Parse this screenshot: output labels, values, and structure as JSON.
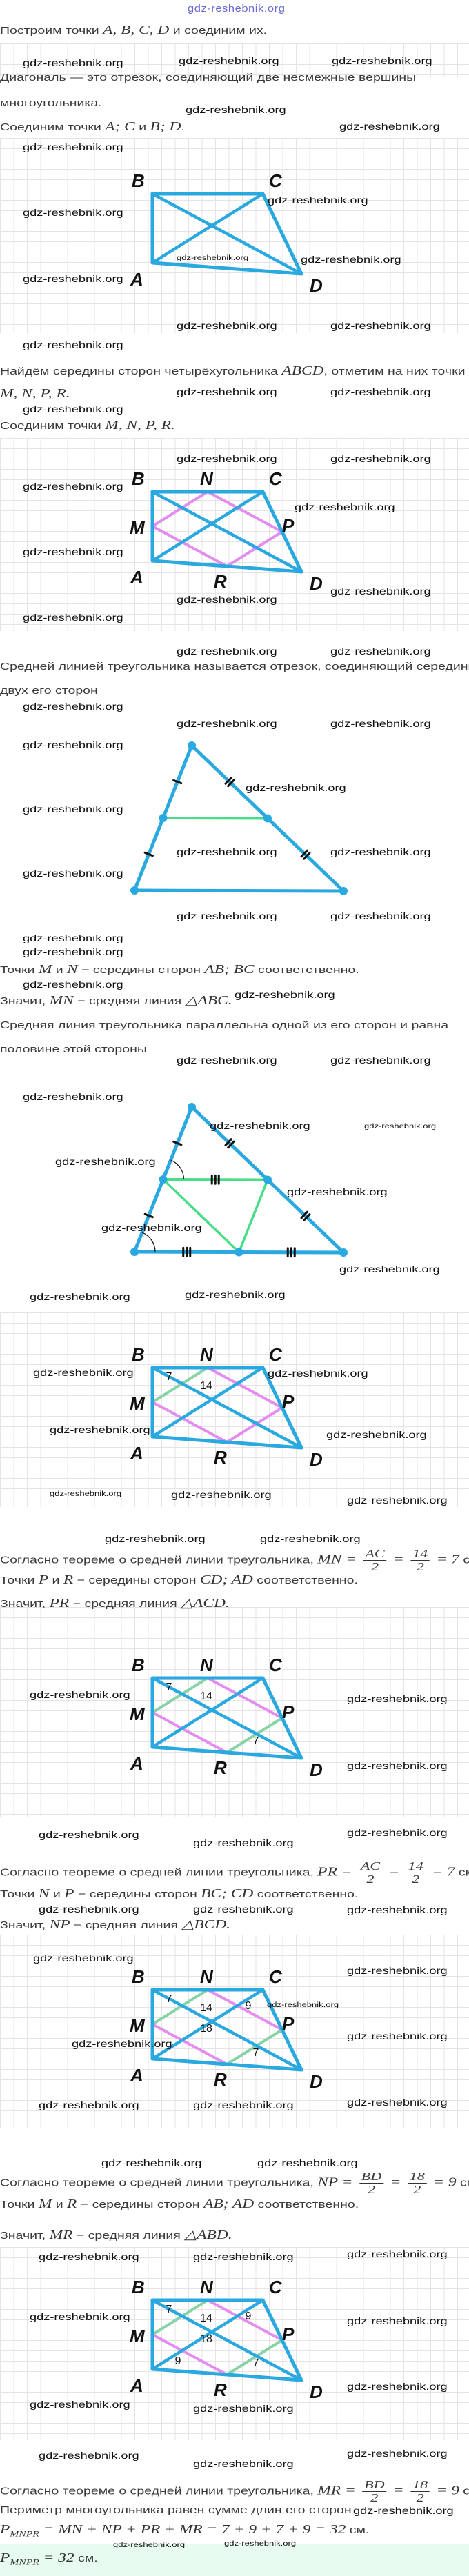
{
  "header_watermark": "gdz-reshebnik.org",
  "watermark": "gdz-reshebnik.org",
  "colors": {
    "blue": "#2aa8e0",
    "pink": "#e48cf0",
    "green": "#88d3a6",
    "green_bright": "#47dd89",
    "tick": "#111111"
  },
  "lines": [
    {
      "parts": [
        {
          "t": "Построим точки "
        },
        {
          "m": "A,  B,  C,  D"
        },
        {
          "t": " и соединим их."
        }
      ]
    },
    {
      "parts": [
        {
          "t": "Диагональ — это отрезок, соединяющий две несмежные вершины"
        }
      ]
    },
    {
      "parts": [
        {
          "t": "многоугольника."
        }
      ]
    },
    {
      "parts": [
        {
          "t": "Соединим точки "
        },
        {
          "m": "A;  C"
        },
        {
          "t": " и "
        },
        {
          "m": "B;  D"
        },
        {
          "t": "."
        }
      ]
    },
    {
      "parts": [
        {
          "t": "Найдём середины сторон четырёхугольника "
        },
        {
          "m": "ABCD"
        },
        {
          "t": ", отметим на них точки"
        }
      ]
    },
    {
      "parts": [
        {
          "m": "M,  N,  P,  R."
        }
      ]
    },
    {
      "parts": [
        {
          "t": "Соединим точки "
        },
        {
          "m": "M,  N,  P,  R."
        }
      ]
    },
    {
      "parts": [
        {
          "t": "Средней линией треугольника называется отрезок, соединяющий середины"
        }
      ]
    },
    {
      "parts": [
        {
          "t": "двух его сторон"
        }
      ]
    },
    {
      "parts": [
        {
          "t": "Точки "
        },
        {
          "m": "M"
        },
        {
          "t": " и "
        },
        {
          "m": "N"
        },
        {
          "t": " − середины сторон "
        },
        {
          "m": "AB;  BC"
        },
        {
          "t": " соответственно."
        }
      ]
    },
    {
      "parts": [
        {
          "t": "Значит, "
        },
        {
          "m": "MN"
        },
        {
          "t": " − средняя линия "
        },
        {
          "m": "△ABC."
        }
      ]
    },
    {
      "parts": [
        {
          "t": "Средняя линия треугольника параллельна одной из его сторон и равна"
        }
      ]
    },
    {
      "parts": [
        {
          "t": "половине этой стороны"
        }
      ]
    },
    {
      "parts": [
        {
          "t": "Согласно теореме о средней линии треугольника, "
        },
        {
          "m": "MN = "
        },
        {
          "f": [
            "AC",
            "2"
          ]
        },
        {
          "m": " = "
        },
        {
          "f": [
            "14",
            "2"
          ]
        },
        {
          "m": " = 7"
        },
        {
          "t": " см."
        }
      ]
    },
    {
      "parts": [
        {
          "t": "Точки "
        },
        {
          "m": "P"
        },
        {
          "t": " и "
        },
        {
          "m": "R"
        },
        {
          "t": " − середины сторон "
        },
        {
          "m": "CD;  AD"
        },
        {
          "t": " соответственно."
        }
      ]
    },
    {
      "parts": [
        {
          "t": "Значит, "
        },
        {
          "m": "PR"
        },
        {
          "t": " − средняя линия "
        },
        {
          "m": "△ACD."
        }
      ]
    },
    {
      "parts": [
        {
          "t": "Согласно теореме о средней линии треугольника, "
        },
        {
          "m": "PR = "
        },
        {
          "f": [
            "AC",
            "2"
          ]
        },
        {
          "m": " = "
        },
        {
          "f": [
            "14",
            "2"
          ]
        },
        {
          "m": " = 7"
        },
        {
          "t": " см."
        }
      ]
    },
    {
      "parts": [
        {
          "t": "Точки "
        },
        {
          "m": "N"
        },
        {
          "t": " и "
        },
        {
          "m": "P"
        },
        {
          "t": " − середины сторон "
        },
        {
          "m": "BC;  CD"
        },
        {
          "t": " соответственно."
        }
      ]
    },
    {
      "parts": [
        {
          "t": "Значит, "
        },
        {
          "m": "NP"
        },
        {
          "t": " − средняя линия "
        },
        {
          "m": "△BCD."
        }
      ]
    },
    {
      "parts": [
        {
          "t": "Согласно теореме о средней линии треугольника, "
        },
        {
          "m": "NP = "
        },
        {
          "f": [
            "BD",
            "2"
          ]
        },
        {
          "m": " = "
        },
        {
          "f": [
            "18",
            "2"
          ]
        },
        {
          "m": " = 9"
        },
        {
          "t": " см."
        }
      ]
    },
    {
      "parts": [
        {
          "t": "Точки "
        },
        {
          "m": "M"
        },
        {
          "t": " и "
        },
        {
          "m": "R"
        },
        {
          "t": " − середины сторон "
        },
        {
          "m": "AB;  AD"
        },
        {
          "t": " соответственно."
        }
      ]
    },
    {
      "parts": [
        {
          "t": "Значит, "
        },
        {
          "m": "MR"
        },
        {
          "t": " − средняя линия "
        },
        {
          "m": "△ABD."
        }
      ]
    },
    {
      "parts": [
        {
          "t": "Согласно теореме о средней линии треугольника, "
        },
        {
          "m": "MR = "
        },
        {
          "f": [
            "BD",
            "2"
          ]
        },
        {
          "m": " = "
        },
        {
          "f": [
            "18",
            "2"
          ]
        },
        {
          "m": " = 9"
        },
        {
          "t": " см."
        }
      ]
    },
    {
      "parts": [
        {
          "t": "Периметр многоугольника равен сумме длин его сторон"
        }
      ]
    },
    {
      "parts": [
        {
          "s": [
            "P",
            "MNPR"
          ]
        },
        {
          "m": " = MN + NP + PR + MR = 7 + 9 + 7 + 9 = 32"
        },
        {
          "t": " см."
        }
      ]
    },
    {
      "parts": [
        {
          "s": [
            "P",
            "MNPR"
          ]
        },
        {
          "m": " = 32"
        },
        {
          "t": " см."
        }
      ]
    }
  ],
  "figures": {
    "fig1": {
      "labels": {
        "B": "B",
        "C": "C",
        "A": "A",
        "D": "D"
      }
    },
    "fig2": {
      "labels": {
        "B": "B",
        "N": "N",
        "C": "C",
        "M": "M",
        "P": "P",
        "A": "A",
        "R": "R",
        "D": "D"
      },
      "midlines": {
        "MN": "pink",
        "NP": "pink",
        "PR": "pink",
        "MR": "pink"
      },
      "numbers": {}
    },
    "fig5": {
      "labels": {
        "B": "B",
        "N": "N",
        "C": "C",
        "M": "M",
        "P": "P",
        "A": "A",
        "R": "R",
        "D": "D"
      },
      "midlines": {
        "MN": "green",
        "NP": "pink",
        "PR": "pink",
        "MR": "pink"
      },
      "numbers": {
        "near_B": "7",
        "center_top": "14"
      }
    },
    "fig6": {
      "labels": {
        "B": "B",
        "N": "N",
        "C": "C",
        "M": "M",
        "P": "P",
        "A": "A",
        "R": "R",
        "D": "D"
      },
      "midlines": {
        "MN": "green",
        "NP": "pink",
        "PR": "green",
        "MR": "pink"
      },
      "numbers": {
        "near_B": "7",
        "center_top": "14",
        "near_D": "7"
      }
    },
    "fig7": {
      "labels": {
        "B": "B",
        "N": "N",
        "C": "C",
        "M": "M",
        "P": "P",
        "A": "A",
        "R": "R",
        "D": "D"
      },
      "midlines": {
        "MN": "green",
        "NP": "pink",
        "PR": "green",
        "MR": "pink"
      },
      "numbers": {
        "near_B": "7",
        "center_top": "14",
        "near_C": "9",
        "center_bottom": "18",
        "near_D": "7"
      }
    },
    "fig8": {
      "labels": {
        "B": "B",
        "N": "N",
        "C": "C",
        "M": "M",
        "P": "P",
        "A": "A",
        "R": "R",
        "D": "D"
      },
      "midlines": {
        "MN": "green",
        "NP": "pink",
        "PR": "green",
        "MR": "pink"
      },
      "numbers": {
        "near_B": "7",
        "center_top": "14",
        "near_C": "9",
        "center_bottom": "18",
        "near_A": "9",
        "near_D": "7"
      }
    }
  }
}
